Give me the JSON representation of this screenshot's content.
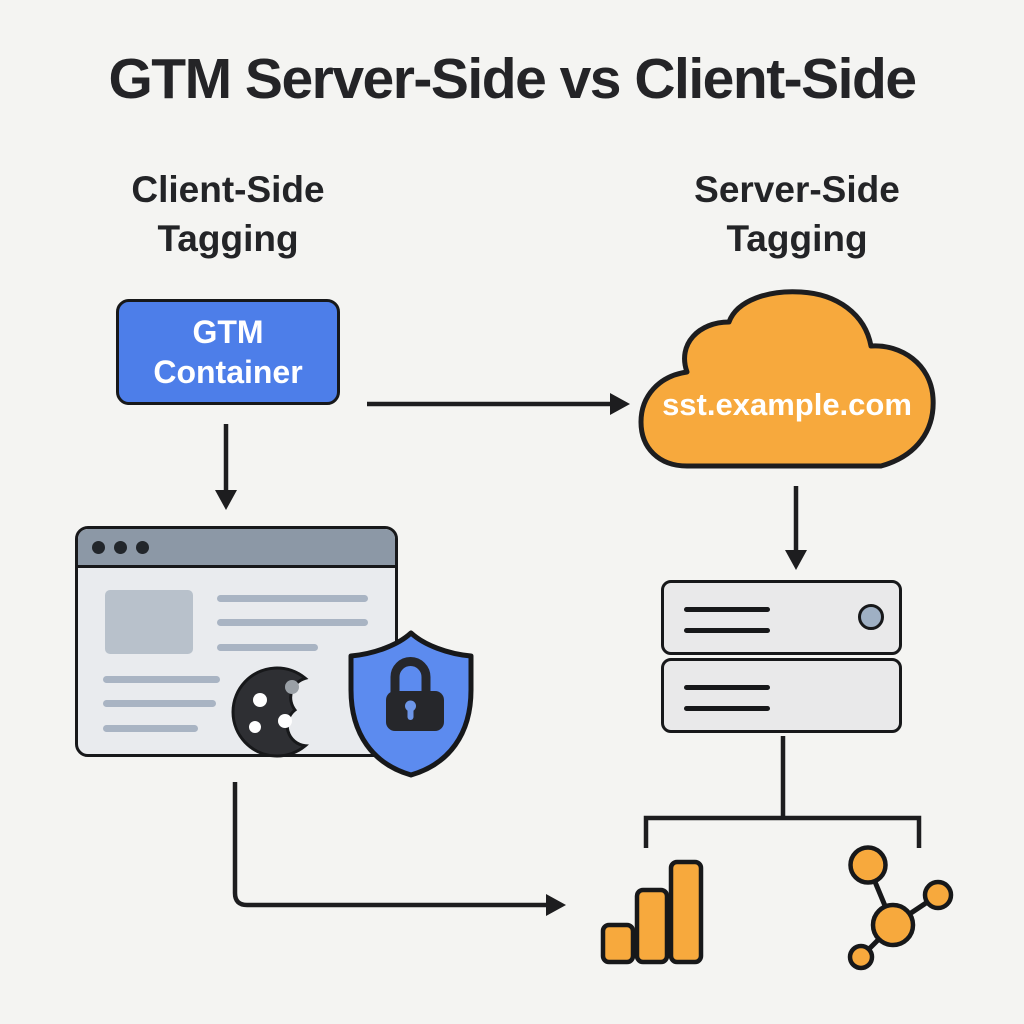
{
  "title": "GTM Server-Side vs Client-Side",
  "client": {
    "heading": "Client-Side Tagging",
    "gtm_box_label": "GTM Container"
  },
  "server": {
    "heading": "Server-Side Tagging",
    "cloud_domain": "sst.example.com"
  },
  "icons": {
    "browser": "browser-window-icon",
    "cookie": "cookie-icon",
    "shield": "privacy-shield-lock-icon",
    "cloud": "cloud-icon",
    "server": "server-stack-icon",
    "analytics": "analytics-bar-chart-icon",
    "network": "data-network-icon"
  },
  "colors": {
    "background": "#f4f4f2",
    "ink": "#1d1d1f",
    "gtm_blue": "#4d7ee9",
    "shield_blue": "#5c8bef",
    "keyhole_blue": "#6d96e8",
    "orange": "#f7a93d",
    "browser_bar_gray": "#8c98a6",
    "browser_body_gray": "#e9ebee",
    "placeholder_gray": "#b8c1cb",
    "text_line_gray": "#a9b4c3",
    "server_fill": "#e9e9ea",
    "server_led": "#9fb0c4",
    "cookie_dark": "#2e2f33"
  }
}
